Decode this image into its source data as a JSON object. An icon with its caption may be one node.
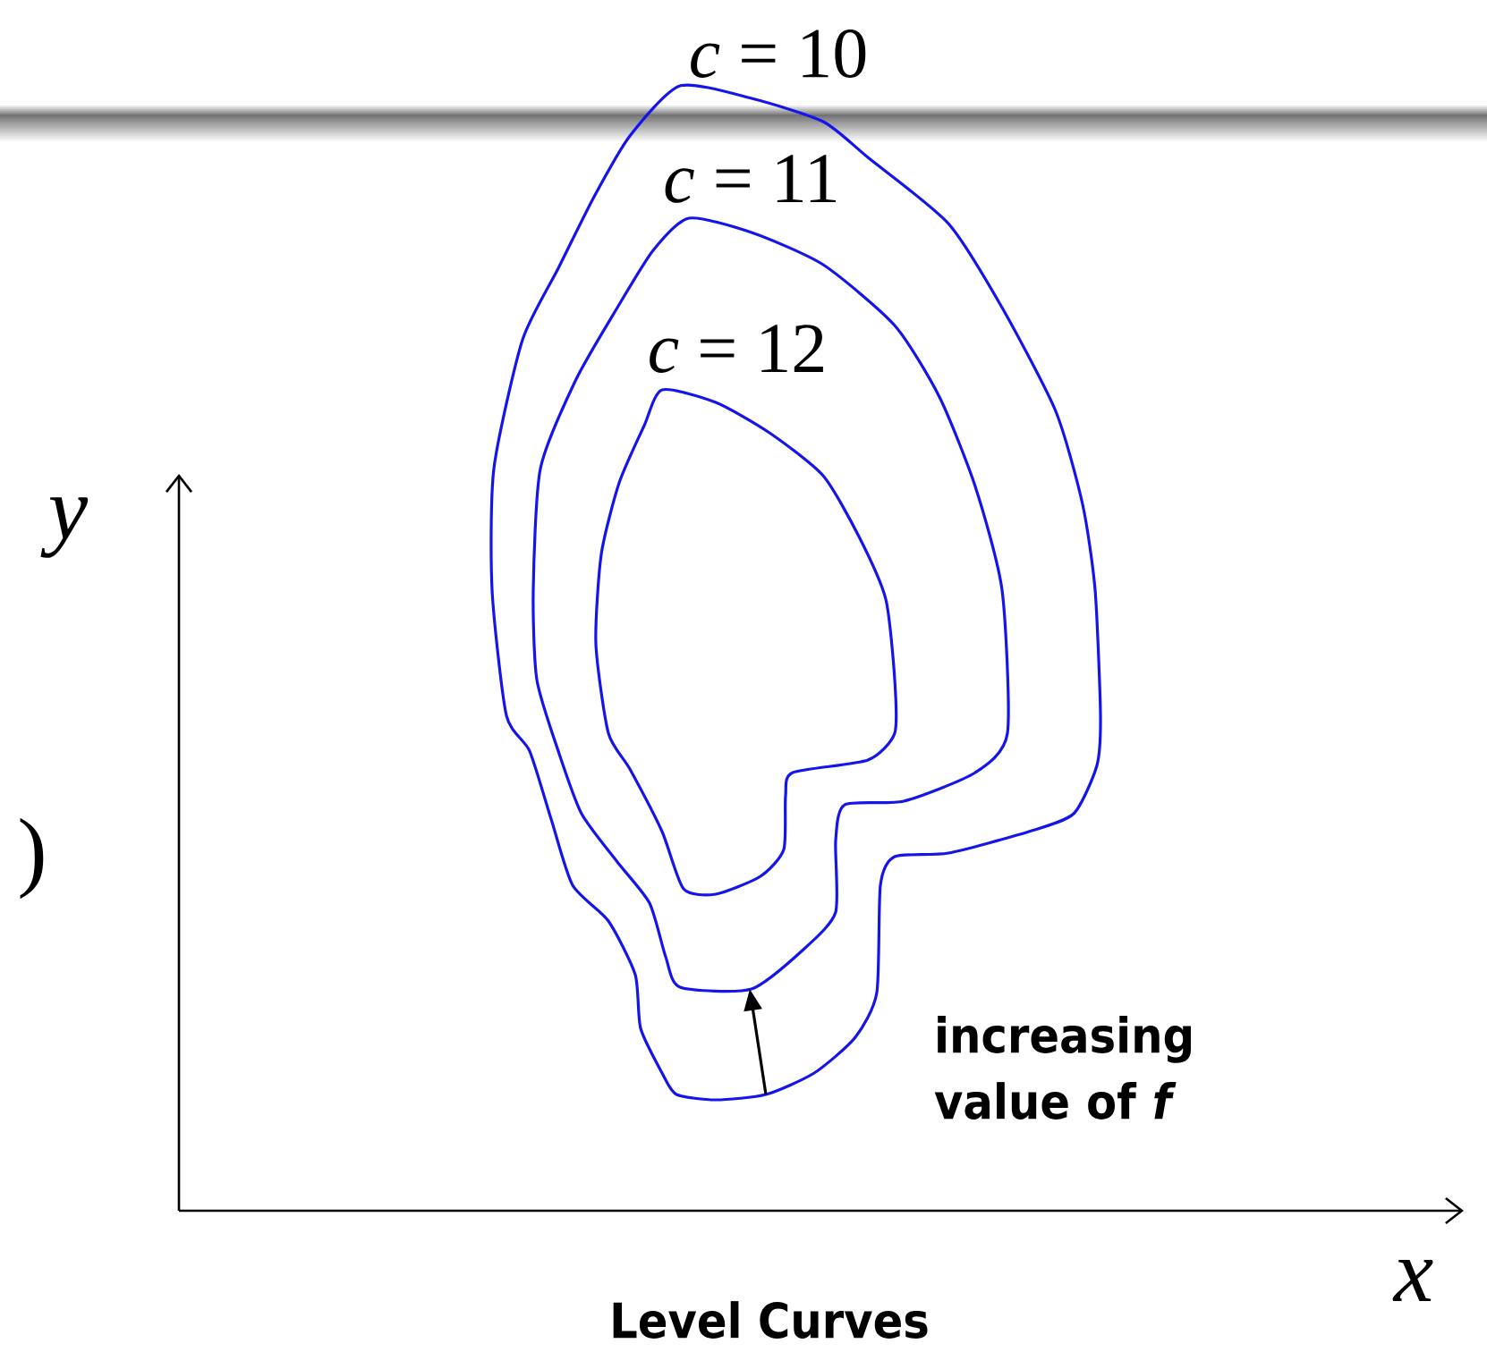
{
  "diagram": {
    "caption": "Level Curves",
    "nodes": [
      {
        "text": [
          "*c* = 10"
        ]
      },
      {
        "text": [
          "*c* = 11"
        ],
        "in": 0
      },
      {
        "text": [
          "*c* = 12"
        ],
        "in": 1
      }
    ],
    "edges": [
      {
        "from": 0,
        "to": 1,
        "arrow": "to"
      }
    ],
    "labels": [
      "y",
      ")",
      "increasing value of *f*",
      "x"
    ]
  }
}
